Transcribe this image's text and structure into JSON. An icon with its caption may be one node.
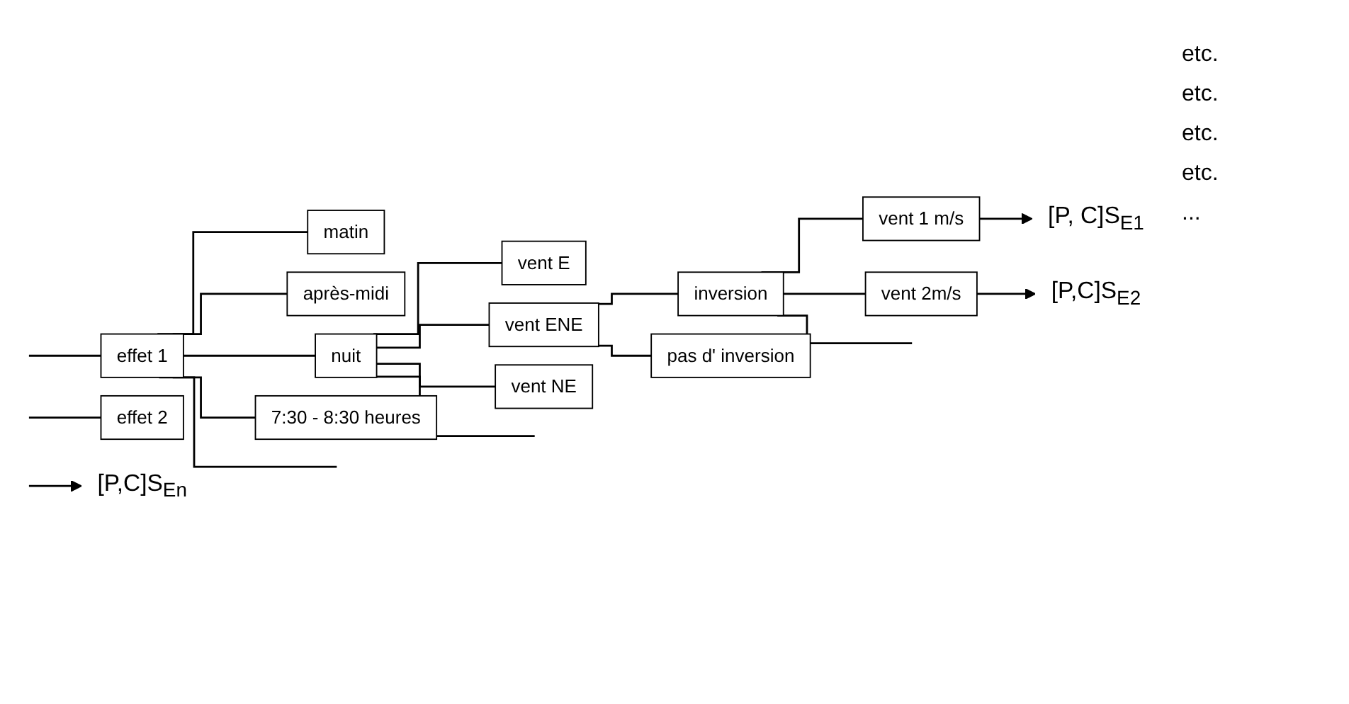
{
  "diagram": {
    "nodes": [
      {
        "text": [
          "effet 1"
        ]
      },
      {
        "text": [
          "effet 2"
        ]
      },
      {
        "text": [
          "matin"
        ]
      },
      {
        "text": [
          "après-midi"
        ]
      },
      {
        "text": [
          "nuit"
        ]
      },
      {
        "text": [
          "7:30 - 8:30 heures"
        ]
      },
      {
        "text": [
          "vent E"
        ]
      },
      {
        "text": [
          "vent ENE"
        ]
      },
      {
        "text": [
          "vent NE"
        ]
      },
      {
        "text": [
          "inversion"
        ]
      },
      {
        "text": [
          "pas d' inversion"
        ]
      },
      {
        "text": [
          "vent 1 m/s"
        ]
      },
      {
        "text": [
          "vent 2m/s"
        ]
      },
      {
        "text": [
          "[P, C]S$_{E1}$"
        ]
      },
      {
        "text": [
          "[P,C]S$_{E2}$"
        ]
      },
      {
        "text": [
          "[P,C]S$_{En}$"
        ]
      }
    ],
    "edges": [
      {
        "from": null,
        "to": 0,
        "arrow": "none"
      },
      {
        "from": null,
        "to": 1,
        "arrow": "none"
      },
      {
        "from": 0,
        "to": 2,
        "arrow": "none"
      },
      {
        "from": 0,
        "to": 3,
        "arrow": "none"
      },
      {
        "from": 0,
        "to": 4,
        "arrow": "none"
      },
      {
        "from": 0,
        "to": 5,
        "arrow": "none"
      },
      {
        "from": 0,
        "to": null,
        "arrow": "none"
      },
      {
        "from": 4,
        "to": 6,
        "arrow": "none"
      },
      {
        "from": 4,
        "to": 7,
        "arrow": "none"
      },
      {
        "from": 4,
        "to": 8,
        "arrow": "none"
      },
      {
        "from": 4,
        "to": null,
        "arrow": "none"
      },
      {
        "from": 7,
        "to": 9,
        "arrow": "none"
      },
      {
        "from": 7,
        "to": 10,
        "arrow": "none"
      },
      {
        "from": 9,
        "to": 11,
        "arrow": "none"
      },
      {
        "from": 9,
        "to": 12,
        "arrow": "none"
      },
      {
        "from": 9,
        "to": null,
        "arrow": "none"
      },
      {
        "from": 11,
        "to": 13,
        "arrow": "to"
      },
      {
        "from": 12,
        "to": 14,
        "arrow": "to"
      },
      {
        "from": null,
        "to": 15,
        "arrow": "to"
      }
    ],
    "labels": [
      "etc.",
      "etc.",
      "etc.",
      "etc.",
      "..."
    ]
  }
}
